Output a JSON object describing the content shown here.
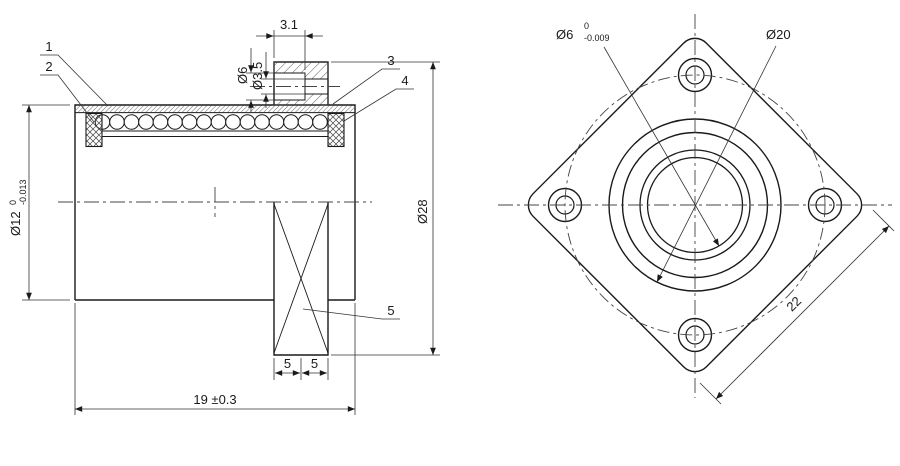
{
  "drawing": {
    "left_view": {
      "callout_1": "1",
      "callout_2": "2",
      "callout_3": "3",
      "callout_4": "4",
      "callout_5": "5",
      "dim_slot_width": "3.1",
      "dim_counterbore": "Ø6",
      "dim_hole": "Ø3.5",
      "dim_outer_dia": "Ø12",
      "dim_outer_dia_tol_upper": "0",
      "dim_outer_dia_tol_lower": "-0.013",
      "dim_flange_dia": "Ø28",
      "dim_flange_a": "5",
      "dim_flange_b": "5",
      "dim_length": "19 ±0.3"
    },
    "right_view": {
      "dim_bore": "Ø6",
      "dim_bore_tol_upper": "0",
      "dim_bore_tol_lower": "-0.009",
      "dim_pitch_circle": "Ø20",
      "dim_square_side": "22"
    },
    "colors": {
      "line": "#1a1a1a",
      "background": "#ffffff"
    }
  }
}
